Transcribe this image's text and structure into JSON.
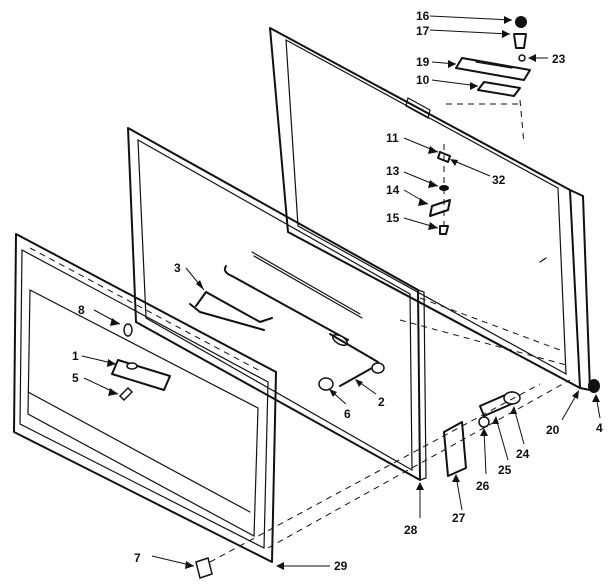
{
  "callouts": [
    {
      "id": "c16",
      "label": "16"
    },
    {
      "id": "c17",
      "label": "17"
    },
    {
      "id": "c19",
      "label": "19"
    },
    {
      "id": "c23",
      "label": "23"
    },
    {
      "id": "c10",
      "label": "10"
    },
    {
      "id": "c11",
      "label": "11"
    },
    {
      "id": "c32",
      "label": "32"
    },
    {
      "id": "c13",
      "label": "13"
    },
    {
      "id": "c14",
      "label": "14"
    },
    {
      "id": "c15",
      "label": "15"
    },
    {
      "id": "c3",
      "label": "3"
    },
    {
      "id": "c8",
      "label": "8"
    },
    {
      "id": "c1",
      "label": "1"
    },
    {
      "id": "c5",
      "label": "5"
    },
    {
      "id": "c6",
      "label": "6"
    },
    {
      "id": "c2",
      "label": "2"
    },
    {
      "id": "c20",
      "label": "20"
    },
    {
      "id": "c4",
      "label": "4"
    },
    {
      "id": "c24",
      "label": "24"
    },
    {
      "id": "c25",
      "label": "25"
    },
    {
      "id": "c26",
      "label": "26"
    },
    {
      "id": "c27",
      "label": "27"
    },
    {
      "id": "c28",
      "label": "28"
    },
    {
      "id": "c7",
      "label": "7"
    },
    {
      "id": "c29",
      "label": "29"
    }
  ]
}
